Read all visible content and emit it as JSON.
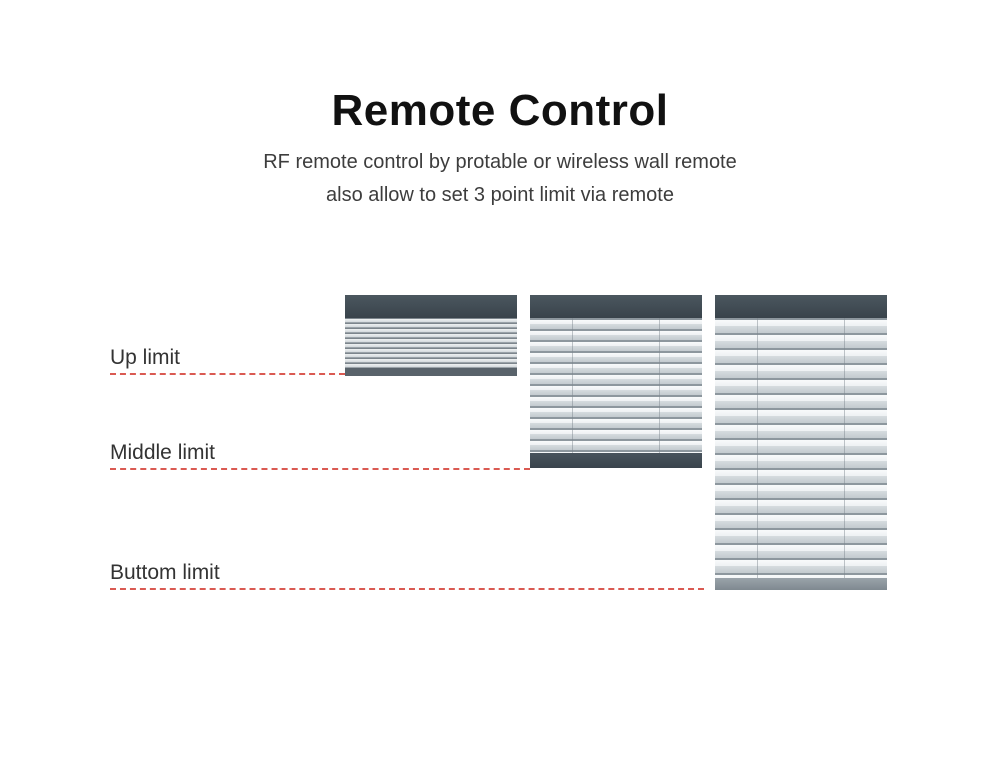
{
  "header": {
    "title": "Remote Control",
    "subtitle_line1": "RF remote control by protable or wireless wall remote",
    "subtitle_line2": "also allow to  set 3 point limit via remote"
  },
  "diagram": {
    "limits": [
      {
        "label": "Up limit"
      },
      {
        "label": "Middle limit"
      },
      {
        "label": "Buttom limit"
      }
    ],
    "blinds": [
      {
        "name": "blind-up-limit",
        "state": "raised to up limit"
      },
      {
        "name": "blind-middle-limit",
        "state": "lowered to middle limit"
      },
      {
        "name": "blind-bottom-limit",
        "state": "lowered to bottom limit"
      }
    ],
    "colors": {
      "limit_line": "#da5a52",
      "headrail": "#3f4a52",
      "label_text": "#333333",
      "title_text": "#111111"
    }
  }
}
